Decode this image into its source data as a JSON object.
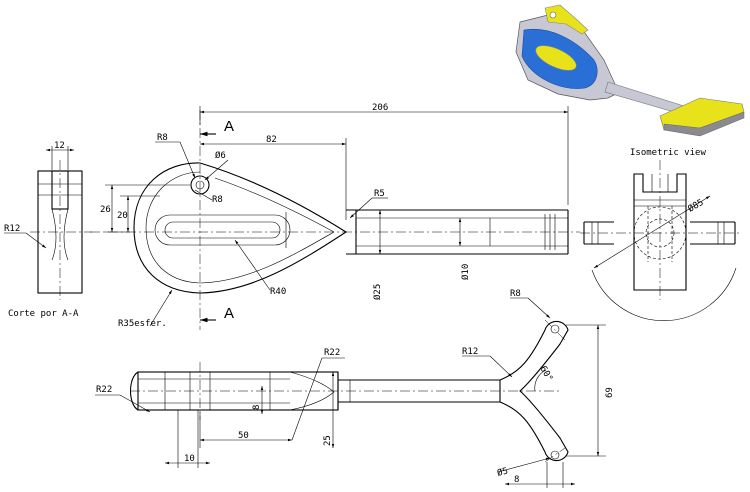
{
  "section": {
    "letter": "A",
    "caption": "Corte por A-A"
  },
  "iso_caption": "Isometric view",
  "dims": {
    "d206": "206",
    "d82": "82",
    "d12": "12",
    "r8a": "R8",
    "r8b": "R8",
    "phi6": "Ø6",
    "d26": "26",
    "d20": "20",
    "r12": "R12",
    "r5": "R5",
    "r40": "R40",
    "r35": "R35esfer.",
    "phi25": "Ø25",
    "phi10": "Ø10",
    "phi85": "Ø85",
    "r22a": "R22",
    "r22b": "R22",
    "d50": "50",
    "d8": "8",
    "d10": "10",
    "d25": "25",
    "r8c": "R8",
    "r12b": "R12",
    "a60": "60°",
    "d69": "69",
    "phi5": "Ø5",
    "d8b": "8"
  },
  "colors": {
    "body": "#c8c8d4",
    "cut": "#2a6fd6",
    "accent": "#e8e21a",
    "line": "#000000"
  }
}
